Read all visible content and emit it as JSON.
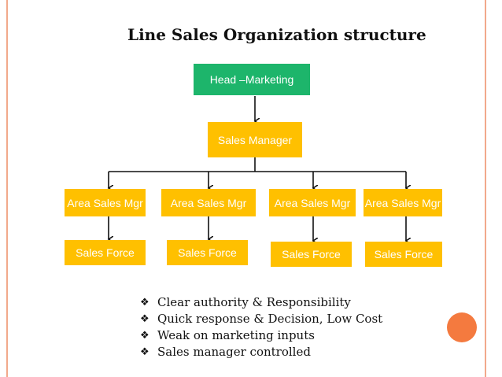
{
  "slide": {
    "title": "Line Sales Organization structure",
    "colors": {
      "head": "#1db56b",
      "boxes": "#ffc000",
      "border": "#f2a98b",
      "accent": "#f47a3f"
    },
    "head": "Head –Marketing",
    "manager": "Sales Manager",
    "area_managers": [
      "Area Sales Mgr",
      "Area Sales Mgr",
      "Area Sales Mgr",
      "Area Sales Mgr"
    ],
    "sales_forces": [
      "Sales Force",
      "Sales Force",
      "Sales Force",
      "Sales Force"
    ],
    "bullet_icon": "diamond-bullet-icon",
    "bullets": [
      "Clear authority & Responsibility",
      "Quick response & Decision, Low Cost",
      "Weak on marketing inputs",
      "Sales manager controlled"
    ]
  }
}
